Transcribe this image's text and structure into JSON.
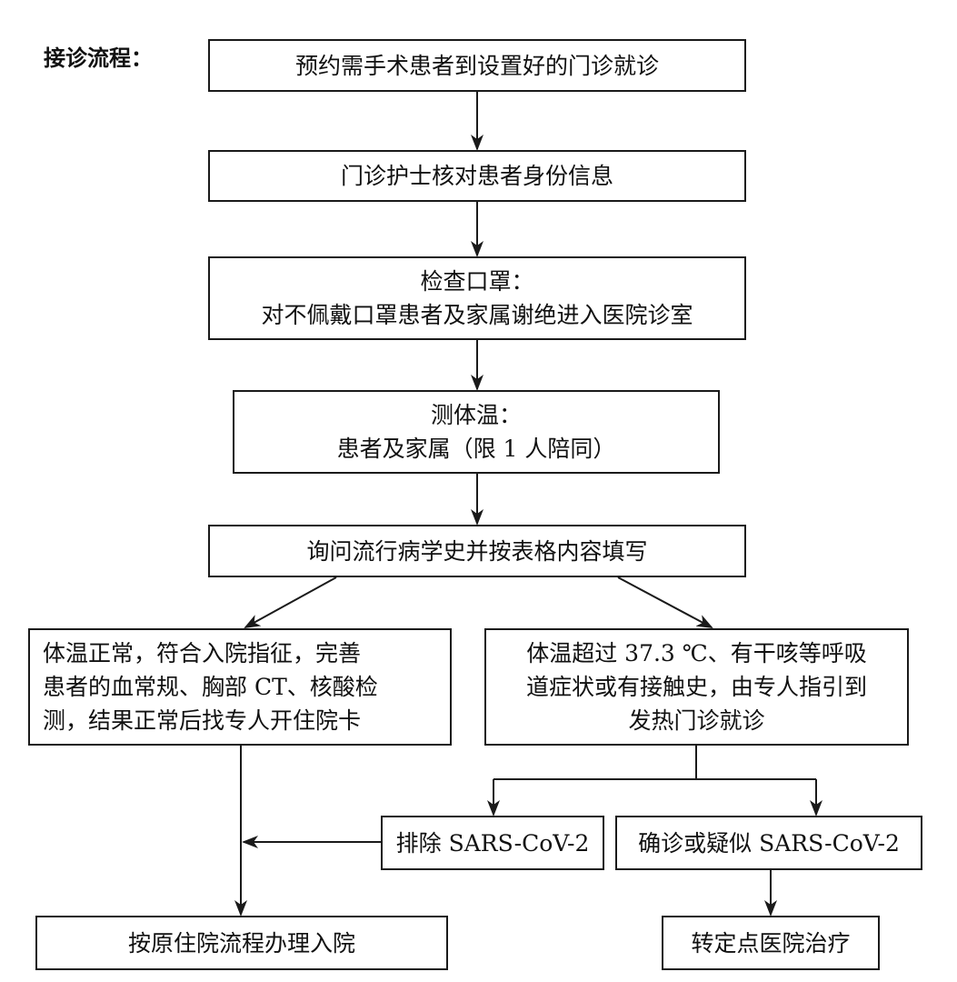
{
  "title": "接诊流程：",
  "steps": {
    "s1": "预约需手术患者到设置好的门诊就诊",
    "s2": "门诊护士核对患者身份信息",
    "s3": [
      "检查口罩：",
      "对不佩戴口罩患者及家属谢绝进入医院诊室"
    ],
    "s4": [
      "测体温：",
      "患者及家属（限 1 人陪同）"
    ],
    "s5": "询问流行病学史并按表格内容填写",
    "normal": [
      "体温正常，符合入院指征，完善",
      "患者的血常规、胸部 CT、核酸检",
      "测，结果正常后找专人开住院卡"
    ],
    "fever": [
      "体温超过 37.3 ℃、有干咳等呼吸",
      "道症状或有接触史，由专人指引到",
      "发热门诊就诊"
    ],
    "exclude": "排除 SARS-CoV-2",
    "confirmed": "确诊或疑似 SARS-CoV-2",
    "admit": "按原住院流程办理入院",
    "transfer": "转定点医院治疗"
  }
}
